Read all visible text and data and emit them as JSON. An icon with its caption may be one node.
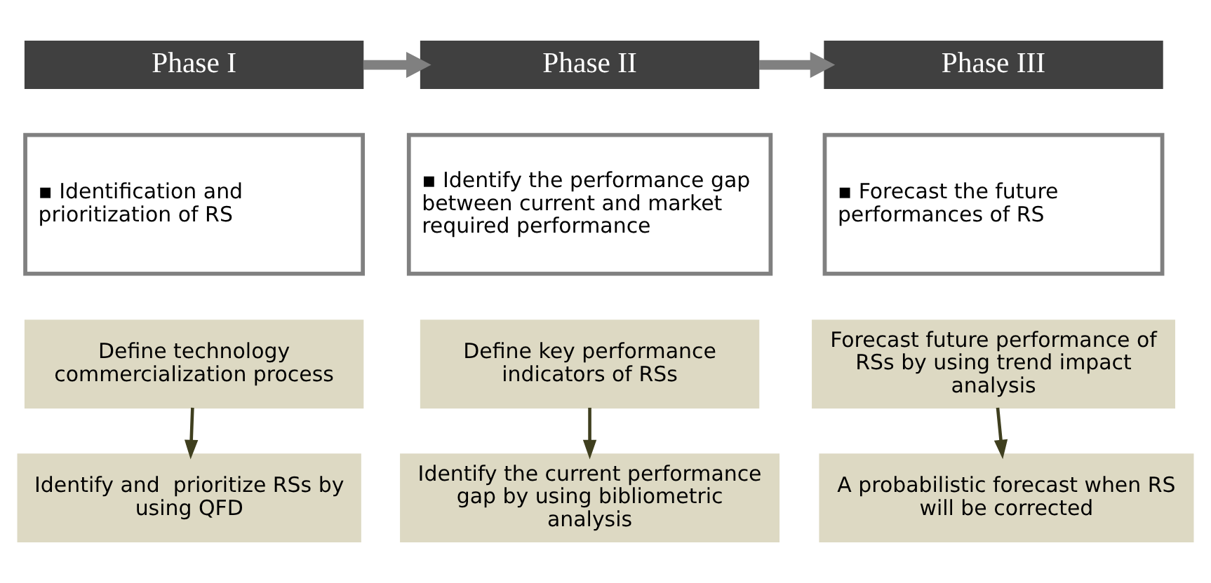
{
  "diagram": {
    "nodes": [
      {
        "text": [
          "Phase I"
        ]
      },
      {
        "text": [
          "▪ Identification and prioritization of RS"
        ]
      },
      {
        "text": [
          "Define technology commercialization process"
        ]
      },
      {
        "text": [
          "Identify and  prioritize RSs by using QFD"
        ]
      },
      {
        "text": [
          "Phase II"
        ]
      },
      {
        "text": [
          "▪ Identify the performance gap between current and market required performance"
        ]
      },
      {
        "text": [
          "Define key performance indicators of RSs"
        ]
      },
      {
        "text": [
          "Identify the current performance gap by using bibliometric analysis"
        ]
      },
      {
        "text": [
          "Phase III"
        ]
      },
      {
        "text": [
          "▪ Forecast the future performances of RS"
        ]
      },
      {
        "text": [
          "Forecast future performance of RSs by using trend impact analysis"
        ]
      },
      {
        "text": [
          "A probabilistic forecast when RS will be corrected"
        ]
      }
    ],
    "edges": [
      {
        "from": 0,
        "to": 4,
        "arrow": "to",
        "style": "thick",
        "color": "#808080"
      },
      {
        "from": 4,
        "to": 8,
        "arrow": "to",
        "style": "thick",
        "color": "#808080"
      },
      {
        "from": 2,
        "to": 3,
        "arrow": "to"
      },
      {
        "from": 6,
        "to": 7,
        "arrow": "to"
      },
      {
        "from": 10,
        "to": 11,
        "arrow": "to"
      }
    ]
  }
}
